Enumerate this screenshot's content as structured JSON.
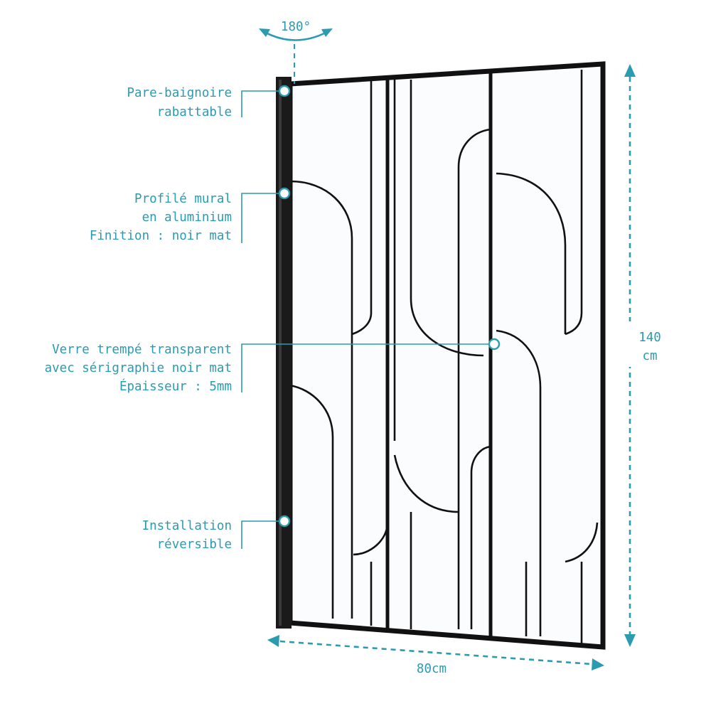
{
  "labels": {
    "rotation": "180°",
    "folding": [
      "Pare-baignoire",
      "rabattable"
    ],
    "profile": [
      "Profilé mural",
      "en aluminium",
      "Finition : noir mat"
    ],
    "glass": [
      "Verre trempé transparent",
      "avec sérigraphie noir mat",
      "Épaisseur : 5mm"
    ],
    "install": [
      "Installation",
      "réversible"
    ],
    "height": [
      "140",
      "cm"
    ],
    "width": "80cm"
  },
  "colors": {
    "accent": "#2b9bb0",
    "frame": "#111111"
  }
}
